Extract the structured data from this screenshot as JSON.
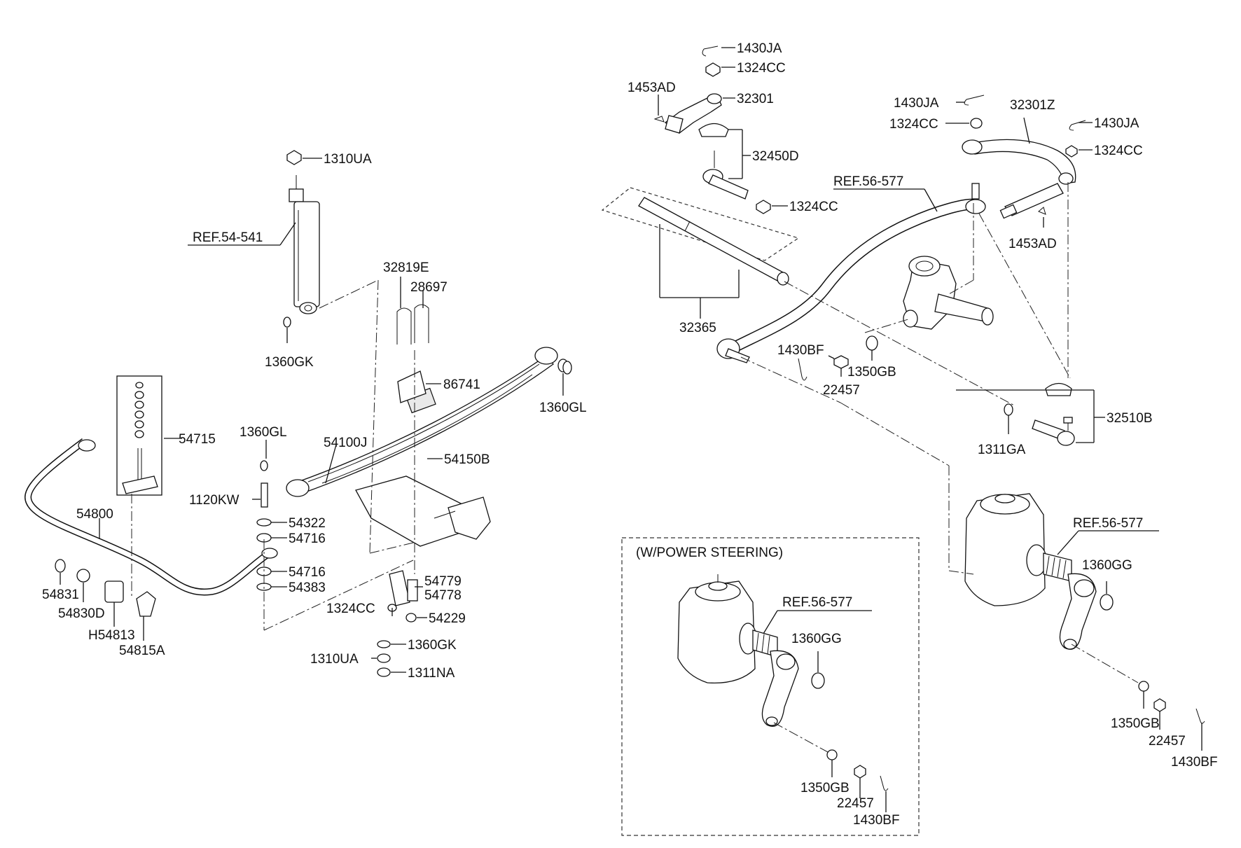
{
  "diagram": {
    "labels": {
      "l_1310UA_top": "1310UA",
      "l_ref54541": "REF.54-541",
      "l_1360GK_top": "1360GK",
      "l_32819E": "32819E",
      "l_28697": "28697",
      "l_86741": "86741",
      "l_1360GL_right": "1360GL",
      "l_54715": "54715",
      "l_1360GL_mid": "1360GL",
      "l_54100J": "54100J",
      "l_54150B": "54150B",
      "l_1120KW": "1120KW",
      "l_54800": "54800",
      "l_54322": "54322",
      "l_54716_a": "54716",
      "l_54716_b": "54716",
      "l_54383": "54383",
      "l_54779": "54779",
      "l_54778": "54778",
      "l_1324CC_low": "1324CC",
      "l_54229": "54229",
      "l_1360GK_low": "1360GK",
      "l_1310UA_low": "1310UA",
      "l_1311NA": "1311NA",
      "l_54831": "54831",
      "l_54830D": "54830D",
      "l_H54813": "H54813",
      "l_54815A": "54815A",
      "l_1430JA_a": "1430JA",
      "l_1324CC_a": "1324CC",
      "l_1453AD_a": "1453AD",
      "l_32301": "32301",
      "l_32450D": "32450D",
      "l_1324CC_b": "1324CC",
      "l_ref56577_a": "REF.56-577",
      "l_32365": "32365",
      "l_1430JA_b": "1430JA",
      "l_1324CC_c": "1324CC",
      "l_32301Z": "32301Z",
      "l_1430JA_c": "1430JA",
      "l_1324CC_d": "1324CC",
      "l_1453AD_b": "1453AD",
      "l_1430BF_a": "1430BF",
      "l_1350GB_a": "1350GB",
      "l_22457_a": "22457",
      "l_32510B": "32510B",
      "l_1311GA": "1311GA",
      "l_ref56577_b": "REF.56-577",
      "l_1360GG_a": "1360GG",
      "l_1350GB_b": "1350GB",
      "l_22457_b": "22457",
      "l_1430BF_b": "1430BF",
      "l_power": "(W/POWER STEERING)",
      "l_ref56577_c": "REF.56-577",
      "l_1360GG_b": "1360GG",
      "l_1350GB_c": "1350GB",
      "l_22457_c": "22457",
      "l_1430BF_c": "1430BF"
    }
  }
}
